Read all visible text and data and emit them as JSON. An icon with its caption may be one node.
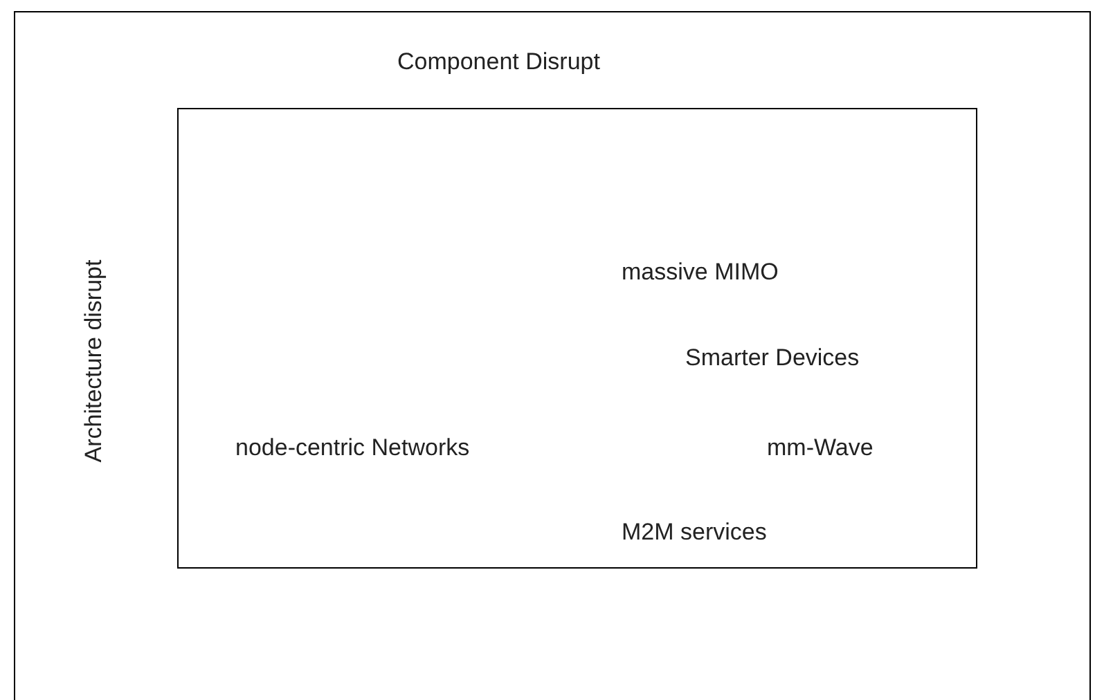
{
  "diagram": {
    "nodes": [
      {
        "text": [
          "Component Disrupt",
          "Architecture disrupt"
        ]
      },
      {
        "text": [
          "massive MIMO",
          "Smarter Devices",
          "node-centric Networks",
          "mm-Wave",
          "M2M services"
        ],
        "in": 0
      }
    ]
  }
}
